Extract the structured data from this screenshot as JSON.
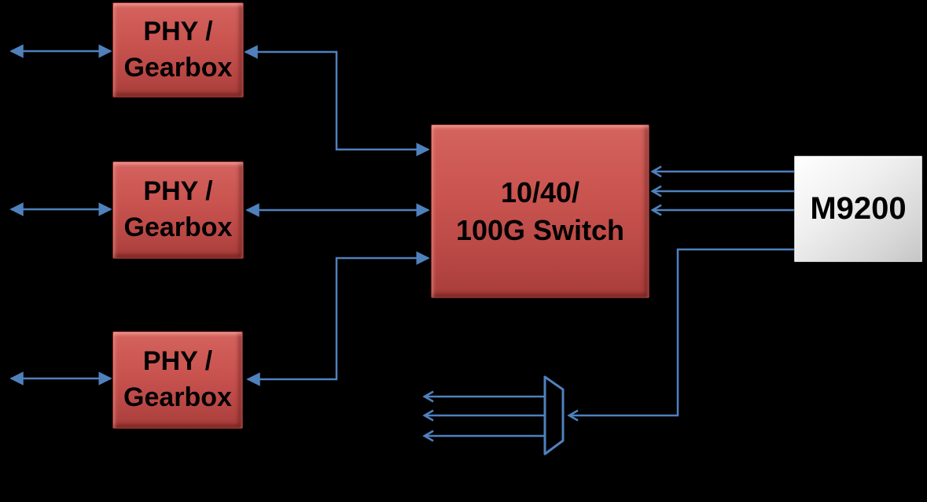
{
  "canvas": {
    "background": "#000000"
  },
  "colors": {
    "connector_blue": "#4f81bd",
    "phy_box_red": "#c0504d",
    "m9200_gray_top": "#f5f5f5",
    "m9200_gray_bottom": "#c6c6c6",
    "label_text": "#000000"
  },
  "blocks": {
    "phy_gearbox": [
      {
        "line1": "PHY /",
        "line2": "Gearbox"
      },
      {
        "line1": "PHY /",
        "line2": "Gearbox"
      },
      {
        "line1": "PHY /",
        "line2": "Gearbox"
      }
    ],
    "switch": {
      "line1": "10/40/",
      "line2": "100G Switch"
    },
    "m9200": {
      "label": "M9200"
    }
  },
  "connectors": [
    {
      "name": "phy1-external-line",
      "arrows": "both-solid"
    },
    {
      "name": "phy2-external-line",
      "arrows": "both-solid"
    },
    {
      "name": "phy3-external-line",
      "arrows": "both-solid"
    },
    {
      "name": "phy1-switch-link",
      "arrows": "both-solid"
    },
    {
      "name": "phy2-switch-link",
      "arrows": "both-solid"
    },
    {
      "name": "phy3-switch-link",
      "arrows": "both-solid"
    },
    {
      "name": "m9200-switch-link-1",
      "arrows": "end-open"
    },
    {
      "name": "m9200-switch-link-2",
      "arrows": "end-open"
    },
    {
      "name": "m9200-switch-link-3",
      "arrows": "end-open"
    },
    {
      "name": "m9200-mux-link",
      "arrows": "end-open"
    },
    {
      "name": "mux-output-1",
      "arrows": "end-open"
    },
    {
      "name": "mux-output-2",
      "arrows": "end-open"
    },
    {
      "name": "mux-output-3",
      "arrows": "end-open"
    }
  ]
}
